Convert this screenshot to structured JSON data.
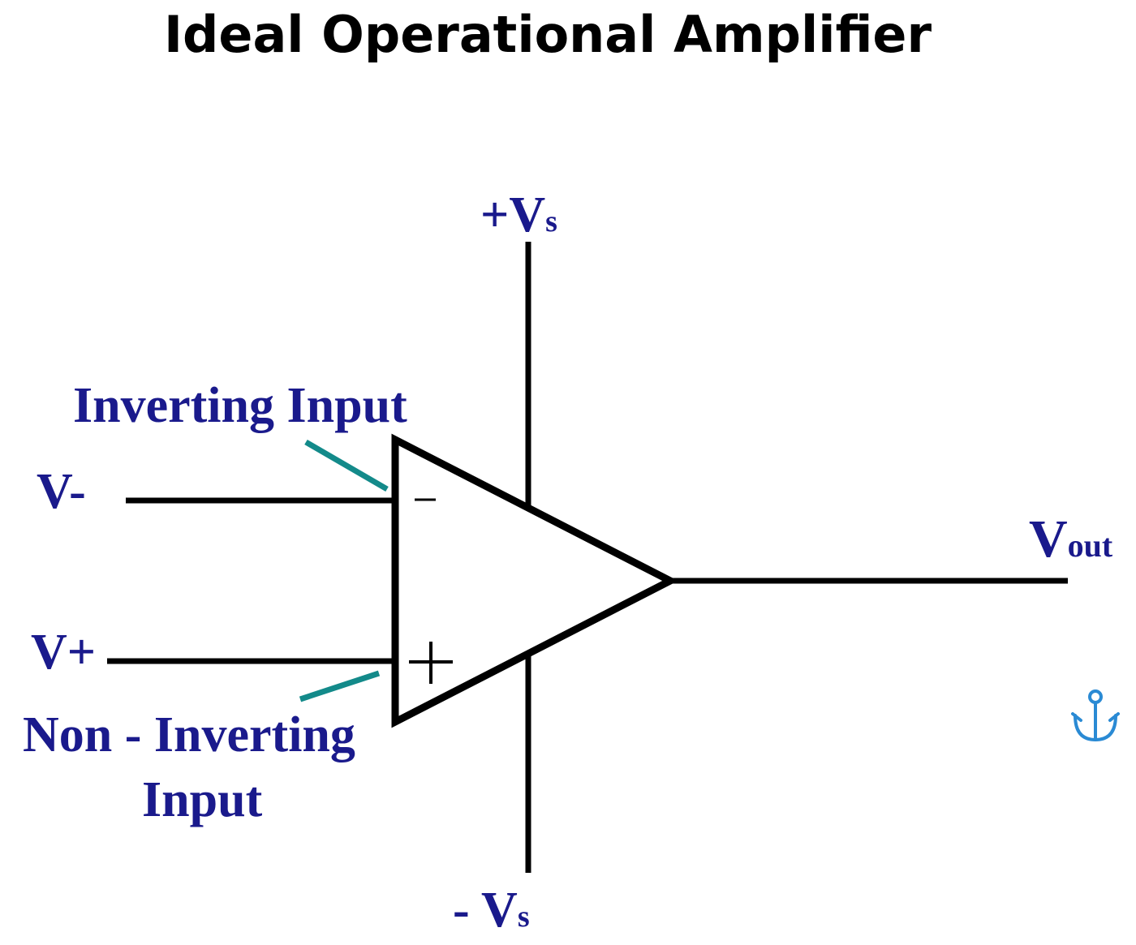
{
  "title": "Ideal Operational Amplifier",
  "labels": {
    "pos_supply_main": "+V",
    "pos_supply_sub": "s",
    "neg_supply_main": "- V",
    "neg_supply_sub": "s",
    "inverting_input": "Inverting Input",
    "v_minus": "V-",
    "v_plus": "V+",
    "non_inverting_line1": "Non - Inverting",
    "non_inverting_line2": "Input",
    "vout_main": "V",
    "vout_sub": "out",
    "minus_sign": "−",
    "plus_sign": "+"
  },
  "icons": {
    "anchor": "anchor-icon"
  },
  "colors": {
    "label": "#1a1a8c",
    "pointer": "#138a8a",
    "wire": "#000000",
    "anchor": "#2a8ad4"
  }
}
